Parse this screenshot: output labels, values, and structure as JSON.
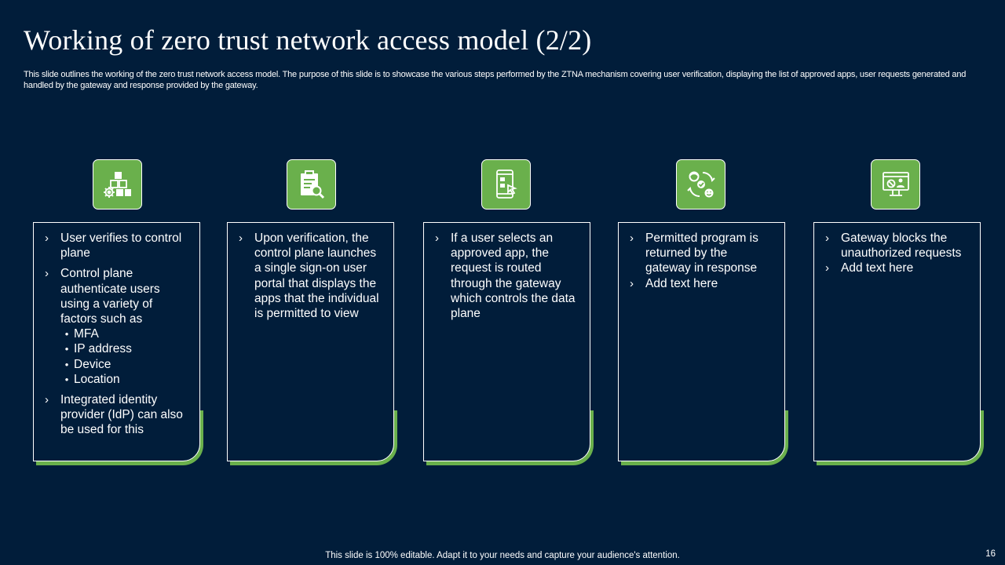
{
  "slide": {
    "title": "Working of zero trust network access model (2/2)",
    "subtitle": "This slide outlines the working of the zero trust network access model. The purpose of this slide is to showcase the various steps performed by the ZTNA  mechanism covering user verification, displaying the list of approved apps, user requests generated and handled by the gateway and response provided by the gateway.",
    "footer": "This slide is 100% editable. Adapt it to your needs and capture your audience's attention.",
    "page_number": "16"
  },
  "colors": {
    "background": "#011d3a",
    "accent": "#6ab04c",
    "text": "#ffffff"
  },
  "steps": [
    {
      "icon": "blocks-gear-icon",
      "items": [
        {
          "text": "User verifies to control plane"
        },
        {
          "text": "Control plane authenticate users using a variety of factors such as",
          "sub": [
            "MFA",
            "IP address",
            "Device",
            "Location"
          ]
        },
        {
          "text": "Integrated identity provider (IdP) can also be used for this"
        }
      ]
    },
    {
      "icon": "clipboard-search-icon",
      "items": [
        {
          "text": "Upon verification, the control plane launches a single sign-on user portal that displays the apps that the individual is permitted to view"
        }
      ]
    },
    {
      "icon": "mobile-tap-icon",
      "items": [
        {
          "text": "If a user selects an approved app, the request is routed through the gateway which controls the data plane"
        }
      ]
    },
    {
      "icon": "support-cycle-icon",
      "items": [
        {
          "text": "Permitted program is returned by the gateway in response"
        },
        {
          "text": "Add text here"
        }
      ]
    },
    {
      "icon": "blocked-monitor-icon",
      "items": [
        {
          "text": "Gateway blocks the unauthorized requests"
        },
        {
          "text": "Add text here"
        }
      ]
    }
  ]
}
